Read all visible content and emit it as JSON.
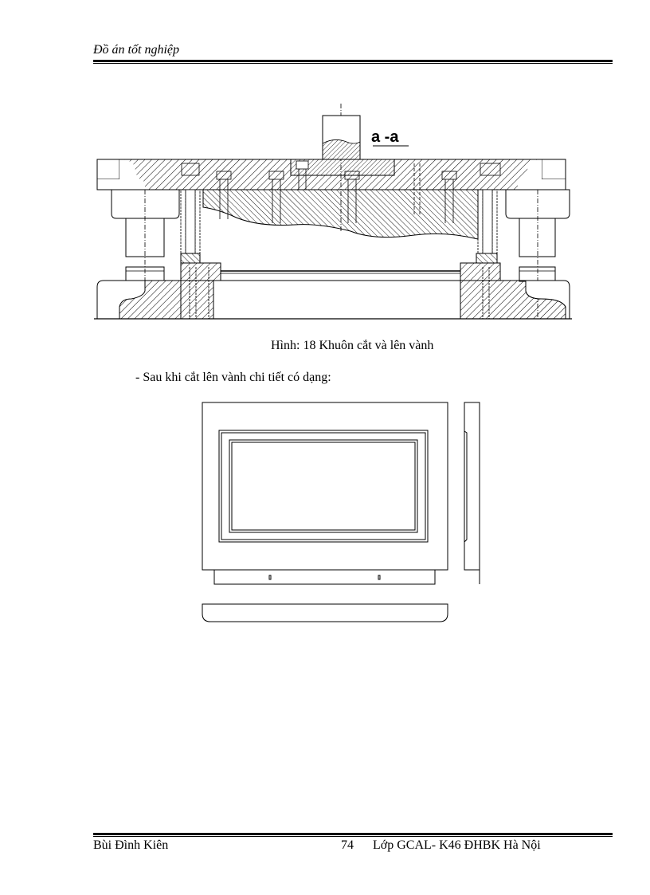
{
  "header": {
    "title": "Đồ án tốt nghiệp"
  },
  "figure1": {
    "section_label": "a -a",
    "caption": "Hình: 18 Khuôn cắt và lên vành"
  },
  "body": {
    "paragraph": "- Sau khi cắt lên vành chi tiết  có dạng:"
  },
  "figure2": {
    "description": "part-views-front-side-bottom"
  },
  "footer": {
    "author": "Bùi  Đình Kiên",
    "page_number": "74",
    "class_info": "Lớp GCAL- K46 ĐHBK Hà Nội"
  },
  "colors": {
    "ink": "#000000",
    "paper": "#ffffff"
  }
}
